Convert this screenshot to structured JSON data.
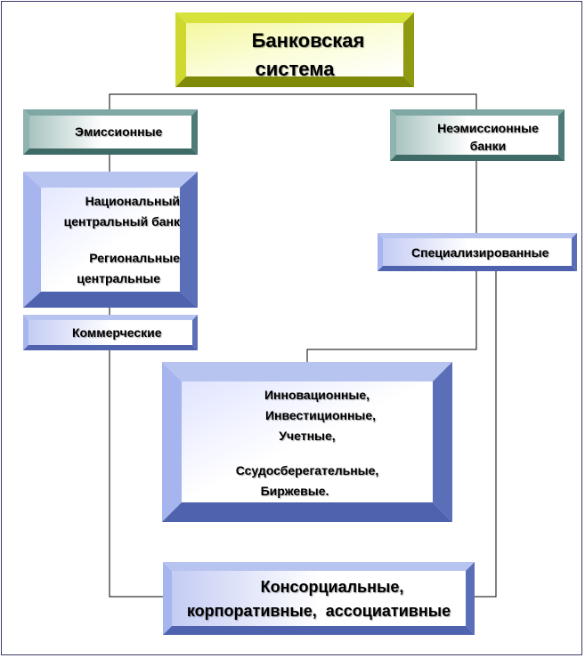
{
  "title": {
    "line1": "Банковская",
    "line2": "система"
  },
  "emission": {
    "label": "Эмиссионные"
  },
  "non_emission": {
    "line1": "Неэмиссионные",
    "line2": "банки"
  },
  "central": {
    "line1": "Национальный",
    "line2": "центральный банк",
    "line3": "Региональные",
    "line4": "центральные"
  },
  "commercial": {
    "label": "Коммерческие"
  },
  "specialized": {
    "label": "Специализированные"
  },
  "kinds": {
    "line1": "Инновационные,",
    "line2": "Инвестиционные,",
    "line3": "Учетные,",
    "line4": "Ссудосберегательные,",
    "line5": "Биржевые."
  },
  "consortium": {
    "line1": "Консорциальные,",
    "line2": "корпоративные,  ассоциативные"
  }
}
